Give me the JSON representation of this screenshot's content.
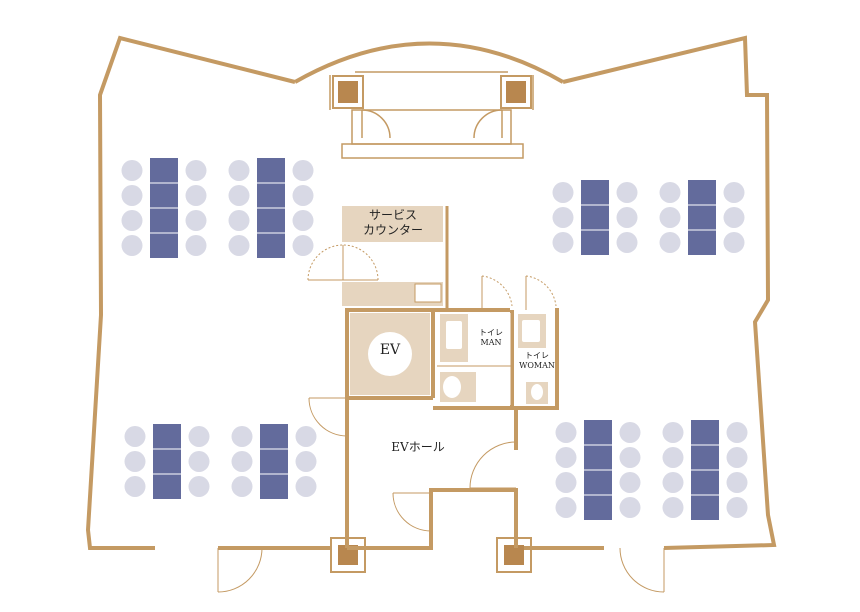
{
  "labels": {
    "service_counter_line1": "サービス",
    "service_counter_line2": "カウンター",
    "elevator": "EV",
    "elevator_hall": "EVホール",
    "toilet_men_line1": "トイレ",
    "toilet_men_line2": "MAN",
    "toilet_women_line1": "トイレ",
    "toilet_women_line2": "WOMAN"
  },
  "colors": {
    "wall": "#c49a63",
    "pillar": "#b8874f",
    "room_fill": "#e6d5bf",
    "table": "#636b9c",
    "chair": "#d8d9e5",
    "background": "#ffffff"
  },
  "dining_areas": [
    {
      "area": "upper-left",
      "tables": 2,
      "table_segments": 4,
      "chairs_per_side": 4
    },
    {
      "area": "upper-right",
      "tables": 2,
      "table_segments": 3,
      "chairs_per_side": 3
    },
    {
      "area": "lower-left",
      "tables": 2,
      "table_segments": 3,
      "chairs_per_side": 3
    },
    {
      "area": "lower-right",
      "tables": 2,
      "table_segments": 4,
      "chairs_per_side": 4
    }
  ]
}
